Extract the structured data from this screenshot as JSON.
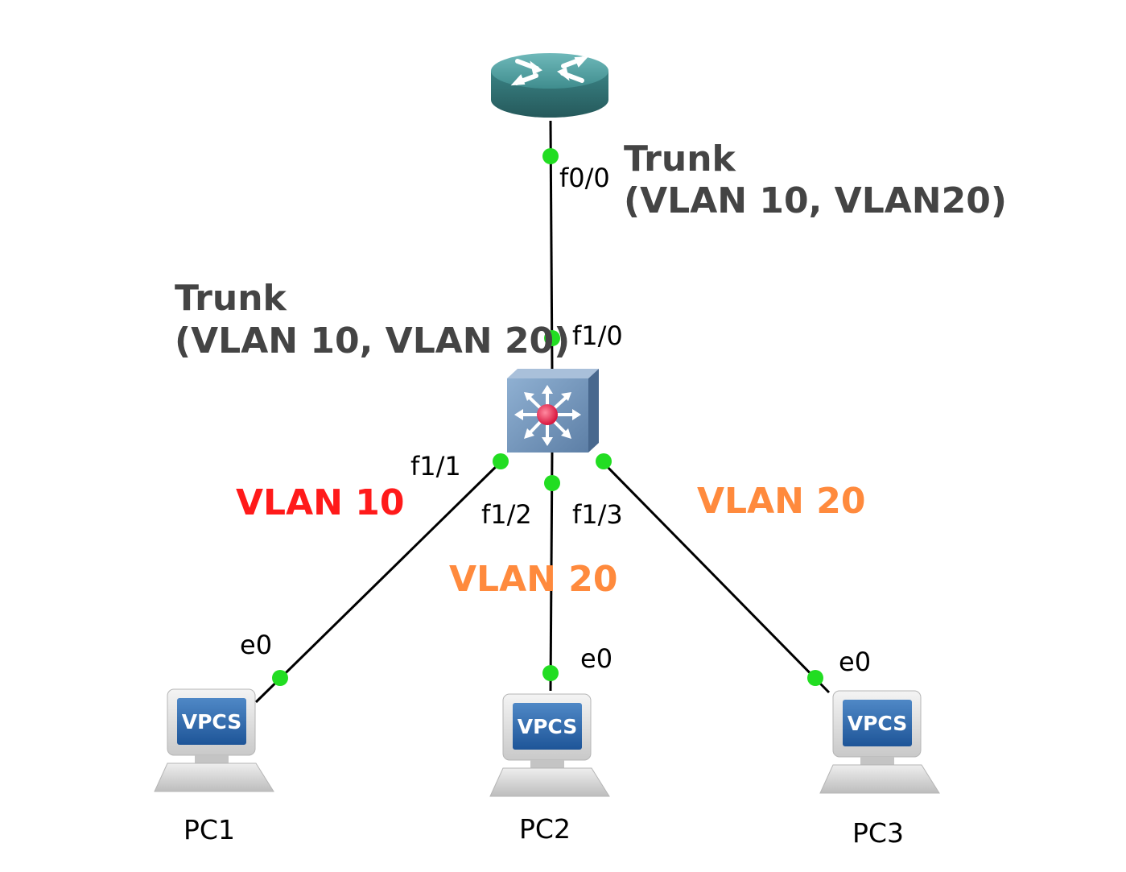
{
  "colors": {
    "background": "#ffffff",
    "link": "#000000",
    "port_dot": "#22dd22",
    "trunk_note": "#444444",
    "vlan10_note": "#ff1a1a",
    "vlan20_note": "#ff8a3d",
    "router_body": "#3e8b8c",
    "switch_body": "#6f8fb3"
  },
  "devices": {
    "router": {
      "icon": "router-icon"
    },
    "switch": {
      "icon": "multilayer-switch-icon"
    },
    "pc1": {
      "label": "PC1",
      "screen_text": "VPCS",
      "icon": "vpcs-computer-icon"
    },
    "pc2": {
      "label": "PC2",
      "screen_text": "VPCS",
      "icon": "vpcs-computer-icon"
    },
    "pc3": {
      "label": "PC3",
      "screen_text": "VPCS",
      "icon": "vpcs-computer-icon"
    }
  },
  "links": [
    {
      "from": "router",
      "to": "switch",
      "from_port": "f0/0",
      "to_port": "f1/0"
    },
    {
      "from": "switch",
      "to": "pc1",
      "from_port": "f1/1",
      "to_port": "e0"
    },
    {
      "from": "switch",
      "to": "pc2",
      "from_port": "f1/2",
      "to_port": "e0"
    },
    {
      "from": "switch",
      "to": "pc3",
      "from_port": "f1/3",
      "to_port": "e0"
    }
  ],
  "notes": {
    "router_trunk_line1": "Trunk",
    "router_trunk_line2": "(VLAN 10, VLAN20)",
    "switch_trunk_line1": "Trunk",
    "switch_trunk_line2": "(VLAN 10, VLAN 20)",
    "pc1_vlan": "VLAN 10",
    "pc2_vlan": "VLAN 20",
    "pc3_vlan": "VLAN 20"
  }
}
